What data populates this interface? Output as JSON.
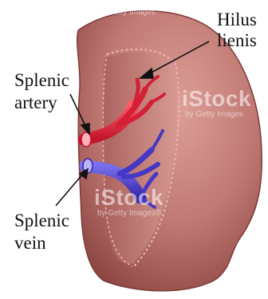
{
  "labels": {
    "hilus_line1": "Hilus",
    "hilus_line2": "lienis",
    "artery_line1": "Splenic",
    "artery_line2": "artery",
    "vein_line1": "Splenic",
    "vein_line2": "vein"
  },
  "watermarks": {
    "brand": "iStock",
    "credit": "by Getty Images",
    "credit_registered": "by Getty Images®"
  },
  "colors": {
    "spleen_base": "#b96b68",
    "spleen_light": "#d99a92",
    "spleen_dark": "#8a3f3d",
    "artery": "#e0243a",
    "vein": "#4a3fc8",
    "text": "#111111"
  }
}
